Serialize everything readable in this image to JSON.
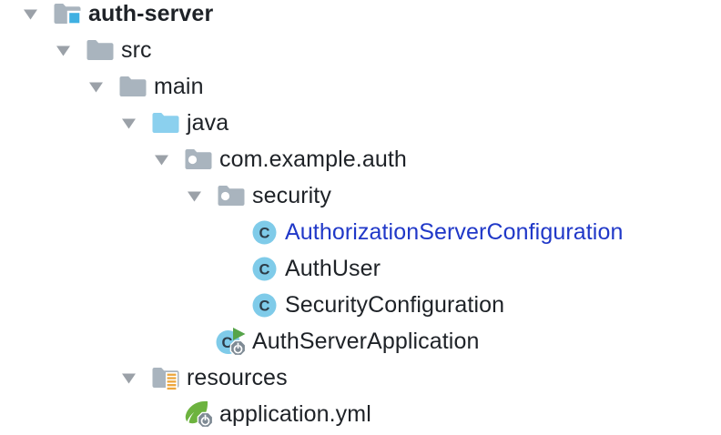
{
  "window": {
    "type": "ide-project-tree",
    "background": "#ffffff"
  },
  "tree": {
    "items": [
      {
        "label": "auth-server",
        "level": 0,
        "icon": "project-folder",
        "kind": "project",
        "expanded": true,
        "bold": true
      },
      {
        "label": "src",
        "level": 1,
        "icon": "folder",
        "kind": "directory",
        "expanded": true
      },
      {
        "label": "main",
        "level": 2,
        "icon": "folder",
        "kind": "directory",
        "expanded": true
      },
      {
        "label": "java",
        "level": 3,
        "icon": "source-folder",
        "kind": "sources-root",
        "expanded": true
      },
      {
        "label": "com.example.auth",
        "level": 4,
        "icon": "package",
        "kind": "package",
        "expanded": true
      },
      {
        "label": "security",
        "level": 5,
        "icon": "package",
        "kind": "package",
        "expanded": true
      },
      {
        "label": "AuthorizationServerConfiguration",
        "level": 6,
        "icon": "java-class",
        "kind": "class",
        "highlighted": true,
        "text_color": "#2038C8"
      },
      {
        "label": "AuthUser",
        "level": 6,
        "icon": "java-class",
        "kind": "class"
      },
      {
        "label": "SecurityConfiguration",
        "level": 6,
        "icon": "java-class",
        "kind": "class"
      },
      {
        "label": "AuthServerApplication",
        "level": 5,
        "icon": "spring-boot-application-class",
        "kind": "class"
      },
      {
        "label": "resources",
        "level": 3,
        "icon": "resources-folder",
        "kind": "resources-root",
        "expanded": true
      },
      {
        "label": "application.yml",
        "level": 4,
        "icon": "spring-boot-yaml",
        "kind": "file"
      }
    ]
  },
  "colors": {
    "text": "#1E2227",
    "navigated_link_blue": "#2038C8",
    "chevron_gray": "#9BA1A8",
    "folder_gray": "#A9B4BE",
    "source_folder_blue": "#8BD0EE",
    "project_badge_blue": "#3FB0E2",
    "class_circle_blue": "#7FCBE9",
    "class_letter": "#2D3C48",
    "run_triangle_green": "#56A44A",
    "boot_badge_gray": "#7E8A94",
    "spring_leaf_green": "#6DB33F",
    "resources_stripe_orange": "#EDA63C",
    "badge_separator_white": "#FFFFFF"
  }
}
